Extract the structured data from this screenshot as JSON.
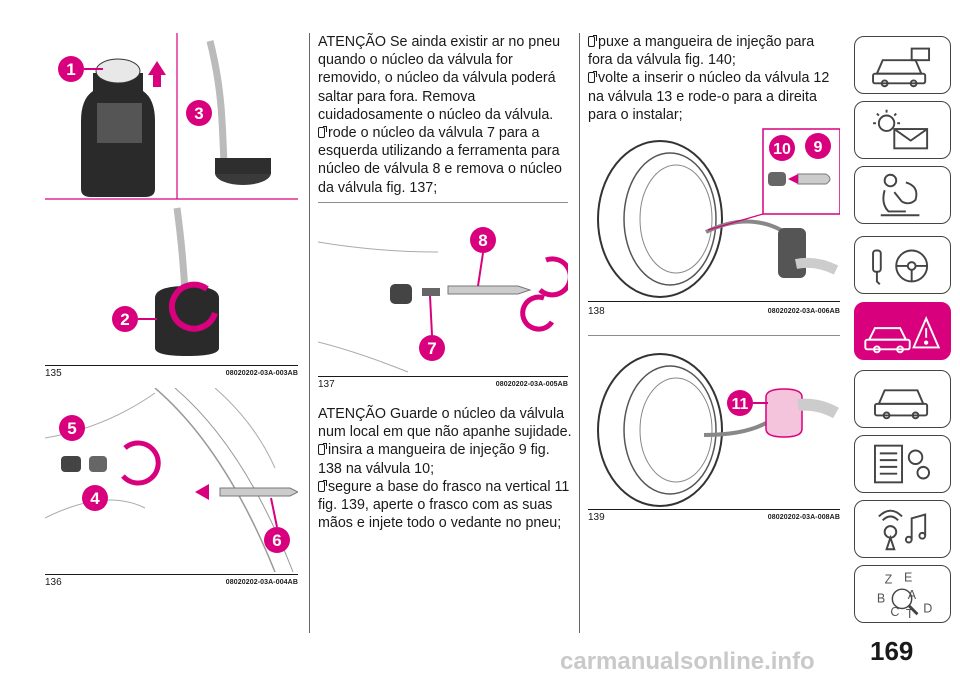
{
  "column2": {
    "p1": "ATENÇÃO Se ainda existir ar no pneu quando o núcleo da válvula for removido, o núcleo da válvula poderá saltar para fora. Remova cuidadosamente o núcleo da válvula.",
    "p2": "rode o núcleo da válvula 7 para a esquerda utilizando a ferramenta para núcleo de válvula 8 e remova o núcleo da válvula fig. 137;",
    "p3": "ATENÇÃO Guarde o núcleo da válvula num local em que não apanhe sujidade.",
    "p4": "insira a mangueira de injeção 9 fig. 138 na válvula 10;",
    "p5": "segure a base do frasco na vertical 11 fig. 139, aperte o frasco com as suas mãos e injete todo o vedante no pneu;"
  },
  "column3": {
    "p1": "puxe a mangueira de injeção para fora da válvula fig. 140;",
    "p2": "volte a inserir o núcleo da válvula 12 na válvula 13 e rode-o para a direita para o instalar;"
  },
  "figures": {
    "f135": {
      "num": "135",
      "code": "08020202-03A-003AB",
      "callouts": [
        "1",
        "3",
        "2"
      ]
    },
    "f136": {
      "num": "136",
      "code": "08020202-03A-004AB",
      "callouts": [
        "5",
        "4",
        "6"
      ]
    },
    "f137": {
      "num": "137",
      "code": "08020202-03A-005AB",
      "callouts": [
        "8",
        "7"
      ]
    },
    "f138": {
      "num": "138",
      "code": "08020202-03A-006AB",
      "callouts": [
        "10",
        "9"
      ]
    },
    "f139": {
      "num": "139",
      "code": "08020202-03A-008AB",
      "callouts": [
        "11"
      ]
    }
  },
  "page_number": "169",
  "footer": "carmanualsonline.info",
  "colors": {
    "accent": "#d9007e",
    "tab_border": "#444444"
  },
  "sidebar_tabs": [
    {
      "icon": "car-dashboard-icon",
      "active": false
    },
    {
      "icon": "warning-lights-icon",
      "active": false
    },
    {
      "icon": "safety-seat-airbag-icon",
      "active": false
    },
    {
      "icon": "steering-wheel-key-icon",
      "active": false
    },
    {
      "icon": "emergency-breakdown-icon",
      "active": true
    },
    {
      "icon": "car-maintenance-icon",
      "active": false
    },
    {
      "icon": "technical-data-icon",
      "active": false
    },
    {
      "icon": "multimedia-icon",
      "active": false
    },
    {
      "icon": "alphabetical-index-icon",
      "active": false
    }
  ]
}
